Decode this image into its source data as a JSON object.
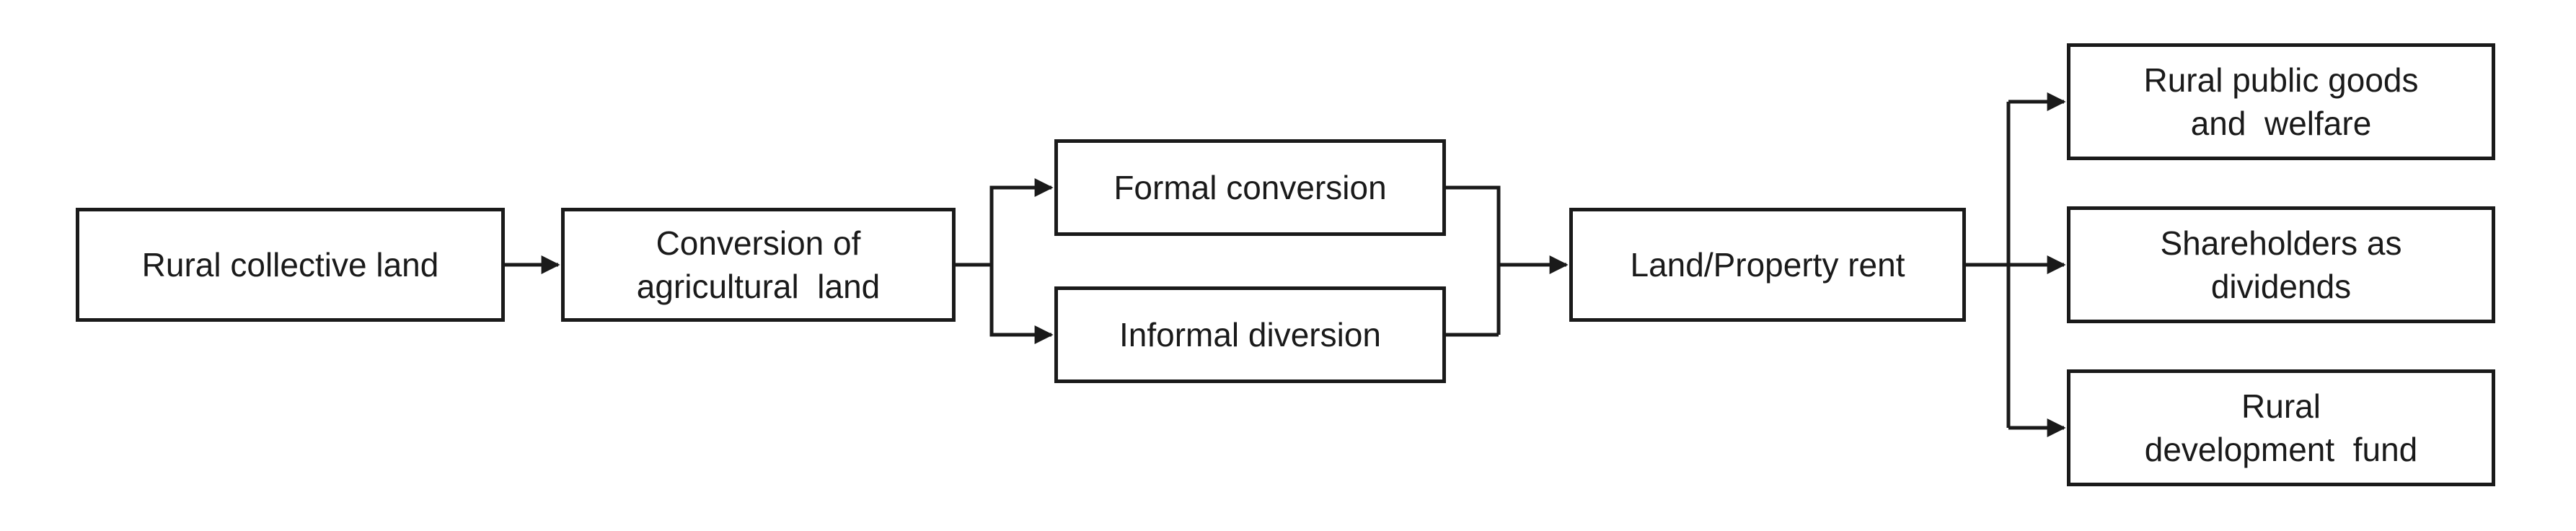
{
  "diagram": {
    "type": "flowchart",
    "background_color": "#ffffff",
    "line_color": "#1a1a1a",
    "text_color": "#1a1a1a",
    "nodes": {
      "rural_collective_land": {
        "line1": "Rural collective land"
      },
      "conversion_agricultural_land": {
        "line1": "Conversion of",
        "line2": "agricultural  land"
      },
      "formal_conversion": {
        "line1": "Formal conversion"
      },
      "informal_diversion": {
        "line1": "Informal diversion"
      },
      "land_property_rent": {
        "line1": "Land/Property rent"
      },
      "rural_public_goods": {
        "line1": "Rural public goods",
        "line2": "and  welfare"
      },
      "shareholders_dividends": {
        "line1": "Shareholders as",
        "line2": "dividends"
      },
      "rural_development_fund": {
        "line1": "Rural",
        "line2": "development  fund"
      }
    },
    "edges": [
      {
        "from": "rural_collective_land",
        "to": "conversion_agricultural_land",
        "arrow": true
      },
      {
        "from": "conversion_agricultural_land",
        "to": "formal_conversion",
        "arrow": true
      },
      {
        "from": "conversion_agricultural_land",
        "to": "informal_diversion",
        "arrow": true
      },
      {
        "from": "formal_conversion",
        "to": "land_property_rent",
        "arrow": true
      },
      {
        "from": "informal_diversion",
        "to": "land_property_rent",
        "arrow": true
      },
      {
        "from": "land_property_rent",
        "to": "rural_public_goods",
        "arrow": true
      },
      {
        "from": "land_property_rent",
        "to": "shareholders_dividends",
        "arrow": true
      },
      {
        "from": "land_property_rent",
        "to": "rural_development_fund",
        "arrow": true
      }
    ]
  }
}
